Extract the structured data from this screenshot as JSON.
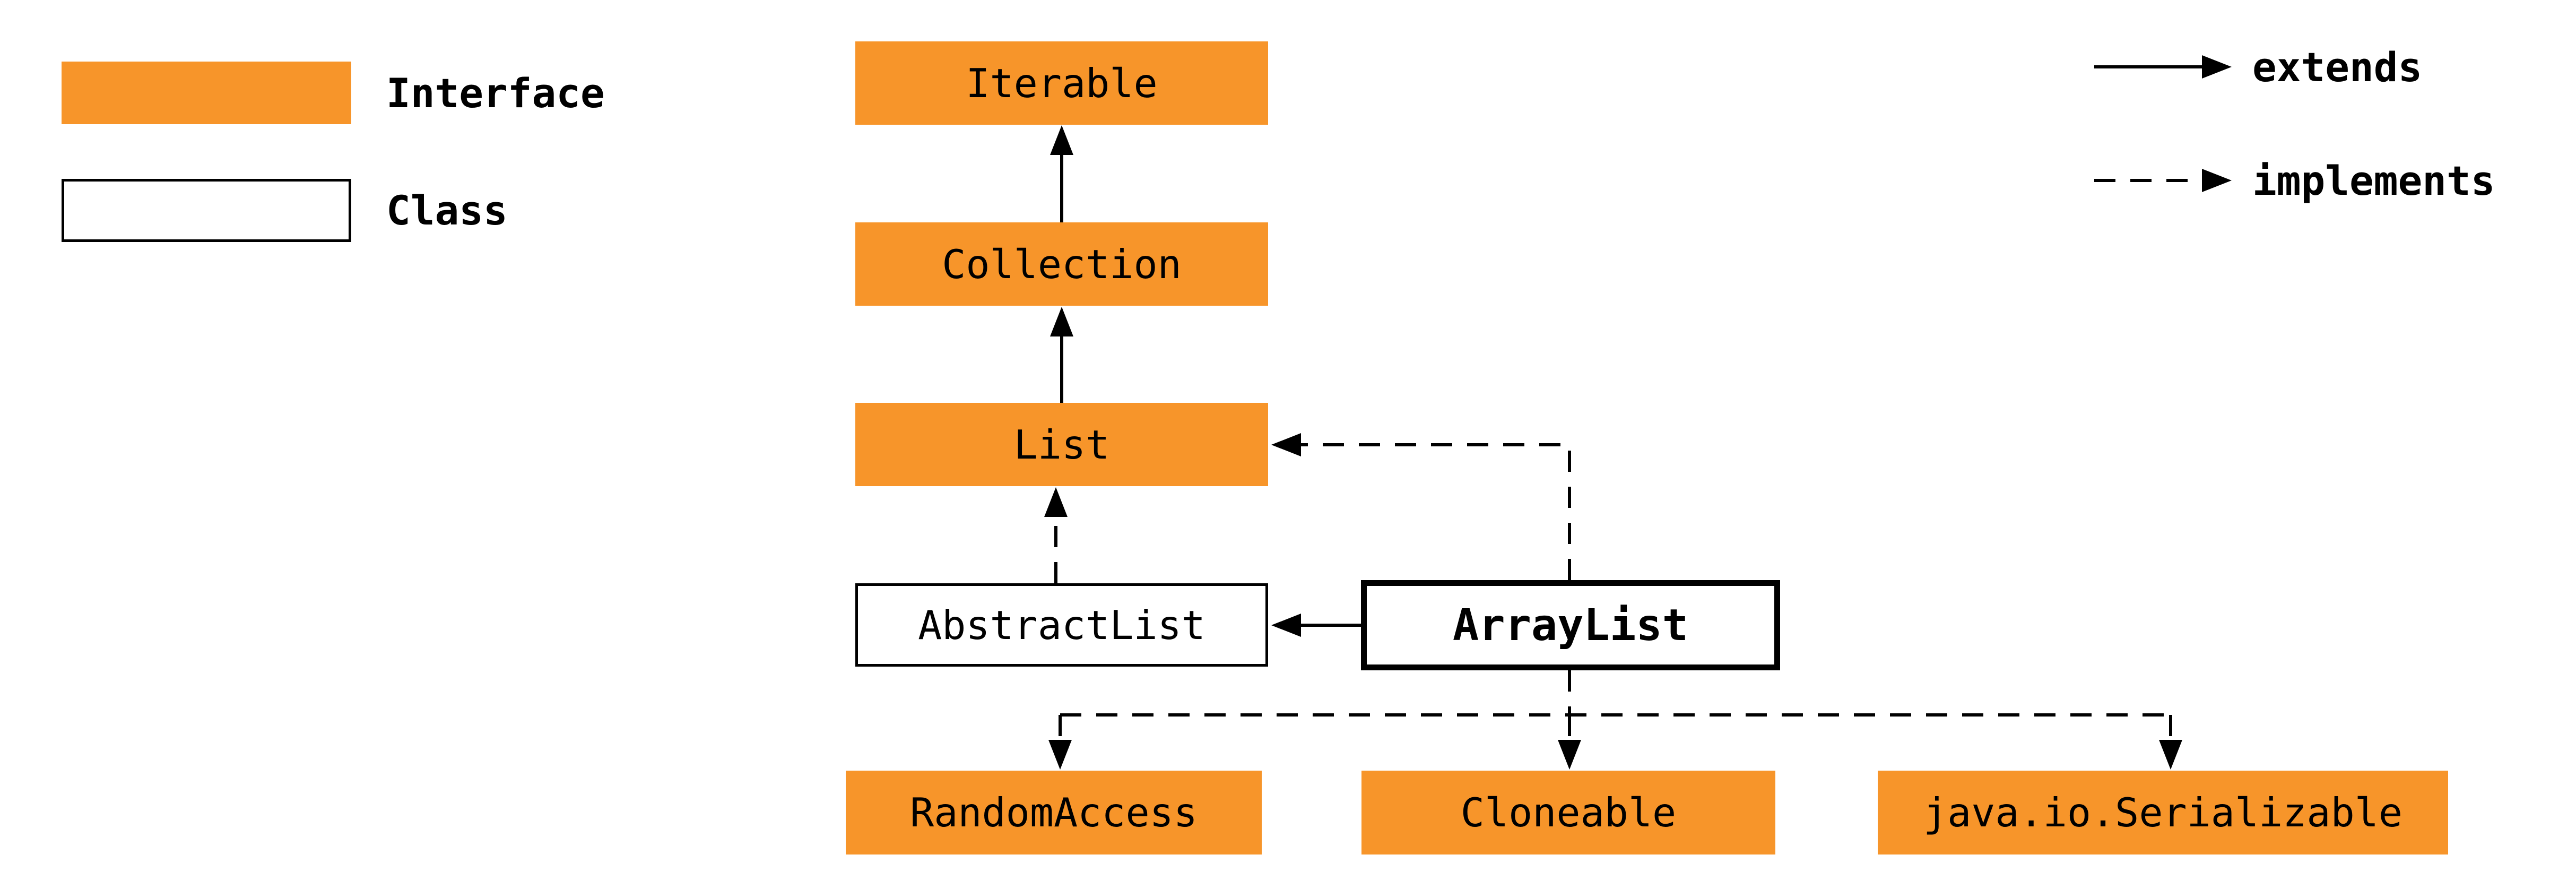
{
  "diagram": {
    "title_hint": "Java ArrayList class hierarchy",
    "colors": {
      "interface_fill": "#F7952A",
      "class_fill": "#FFFFFF",
      "line": "#000000",
      "text": "#000000"
    },
    "legend": {
      "interface_label": "Interface",
      "class_label": "Class",
      "extends_label": "extends",
      "implements_label": "implements"
    },
    "nodes": [
      {
        "id": "iterable",
        "label": "Iterable",
        "kind": "interface"
      },
      {
        "id": "collection",
        "label": "Collection",
        "kind": "interface"
      },
      {
        "id": "list",
        "label": "List",
        "kind": "interface"
      },
      {
        "id": "abstractlist",
        "label": "AbstractList",
        "kind": "class"
      },
      {
        "id": "arraylist",
        "label": "ArrayList",
        "kind": "class",
        "emphasis": true
      },
      {
        "id": "randomaccess",
        "label": "RandomAccess",
        "kind": "interface"
      },
      {
        "id": "cloneable",
        "label": "Cloneable",
        "kind": "interface"
      },
      {
        "id": "serializable",
        "label": "java.io.Serializable",
        "kind": "interface"
      }
    ],
    "edges": [
      {
        "from": "Collection",
        "to": "Iterable",
        "type": "extends"
      },
      {
        "from": "List",
        "to": "Collection",
        "type": "extends"
      },
      {
        "from": "AbstractList",
        "to": "List",
        "type": "implements"
      },
      {
        "from": "ArrayList",
        "to": "AbstractList",
        "type": "extends"
      },
      {
        "from": "ArrayList",
        "to": "List",
        "type": "implements"
      },
      {
        "from": "ArrayList",
        "to": "RandomAccess",
        "type": "implements"
      },
      {
        "from": "ArrayList",
        "to": "Cloneable",
        "type": "implements"
      },
      {
        "from": "ArrayList",
        "to": "java.io.Serializable",
        "type": "implements"
      }
    ]
  }
}
